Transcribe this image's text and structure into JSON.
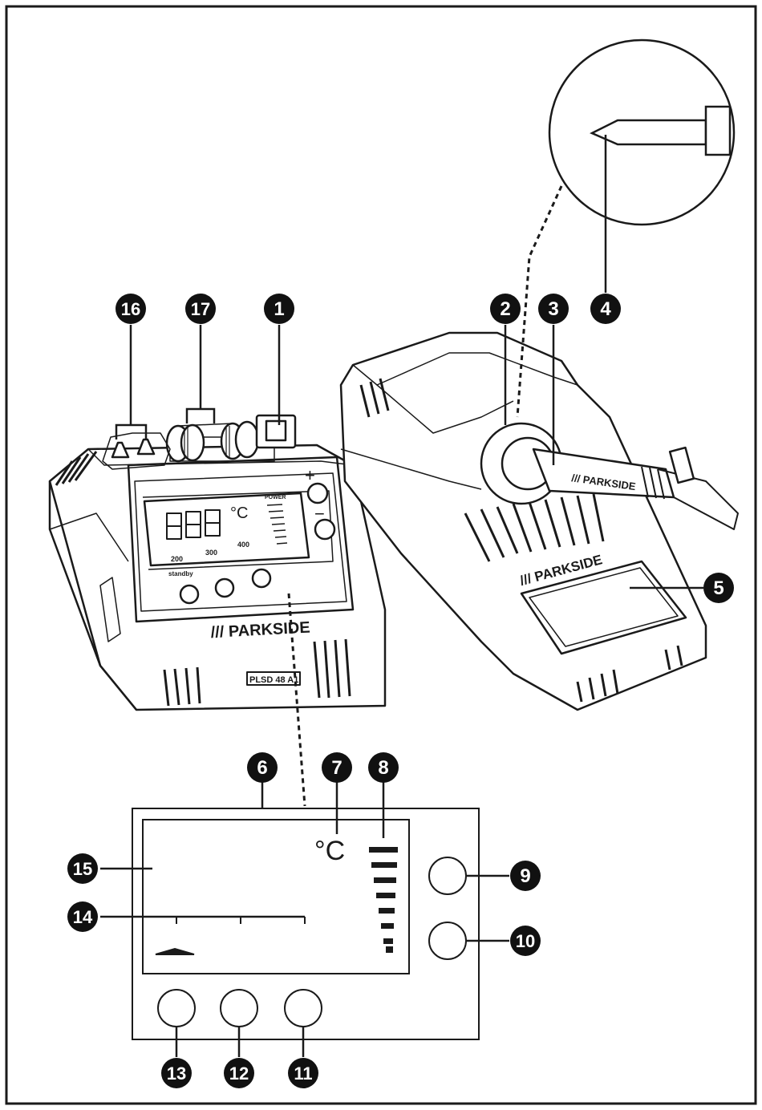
{
  "station": {
    "brand": "/// PARKSIDE",
    "model": "PLSD 48 A1",
    "display_digits": "888",
    "display_unit": "°C",
    "power_label": "POWER",
    "preset_200": "200",
    "preset_300": "300",
    "preset_400": "400",
    "standby_label": "standby",
    "plus_sign": "+",
    "minus_sign": "−"
  },
  "holder": {
    "brand": "/// PARKSIDE"
  },
  "iron": {
    "brand": "/// PARKSIDE"
  },
  "panel_detail": {
    "unit": "°C"
  },
  "callouts": [
    {
      "id": "c1",
      "label": "1"
    },
    {
      "id": "c2",
      "label": "2"
    },
    {
      "id": "c3",
      "label": "3"
    },
    {
      "id": "c4",
      "label": "4"
    },
    {
      "id": "c5",
      "label": "5"
    },
    {
      "id": "c6",
      "label": "6"
    },
    {
      "id": "c7",
      "label": "7"
    },
    {
      "id": "c8",
      "label": "8"
    },
    {
      "id": "c9",
      "label": "9"
    },
    {
      "id": "c10",
      "label": "10"
    },
    {
      "id": "c11",
      "label": "11"
    },
    {
      "id": "c12",
      "label": "12"
    },
    {
      "id": "c13",
      "label": "13"
    },
    {
      "id": "c14",
      "label": "14"
    },
    {
      "id": "c15",
      "label": "15"
    },
    {
      "id": "c16",
      "label": "16"
    },
    {
      "id": "c17",
      "label": "17"
    }
  ]
}
